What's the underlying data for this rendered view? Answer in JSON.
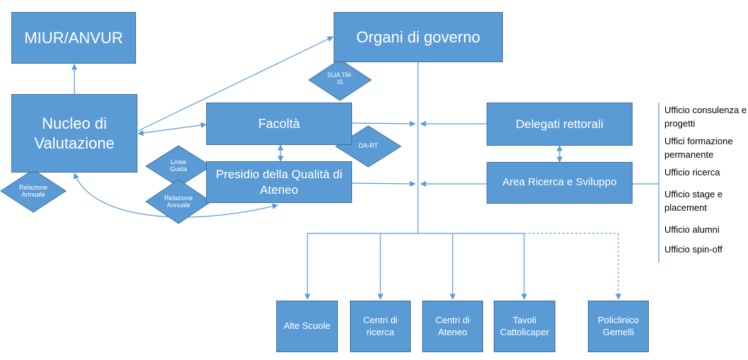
{
  "boxes": {
    "miur": "MIUR/ANVUR",
    "organi": "Organi di governo",
    "nucleo": "Nucleo di\nValutazione",
    "facolta": "Facoltà",
    "presidio": "Presidio della Qualità di\nAteneo",
    "delegati": "Delegati rettorali",
    "area": "Area Ricerca e Sviluppo",
    "alte": "Alte Scuole",
    "centri_ricerca": "Centri di\nricerca",
    "centri_ateneo": "Centri di\nAteneo",
    "tavoli": "Tavoli\nCattolicaper",
    "policlinico": "Policlinico\nGemelli"
  },
  "diamonds": {
    "sua": "SUA TM-\nIS",
    "dart": "DA-RT",
    "linee": "Linee\nGuida",
    "relazione_presidio": "Relazione\nAnnuale",
    "relazione_nucleo": "Relazione\nAnnuale"
  },
  "offices": [
    "Ufficio consulenza e\nprogetti",
    "Uffici formazione\npermanente",
    "Ufficio ricerca",
    "Ufficio stage e\nplacement",
    "Ufficio alumni",
    "Ufficio spin-off"
  ],
  "colors": {
    "fill": "#5b9bd5",
    "border": "#41719c",
    "connector": "#5b9bd5"
  }
}
